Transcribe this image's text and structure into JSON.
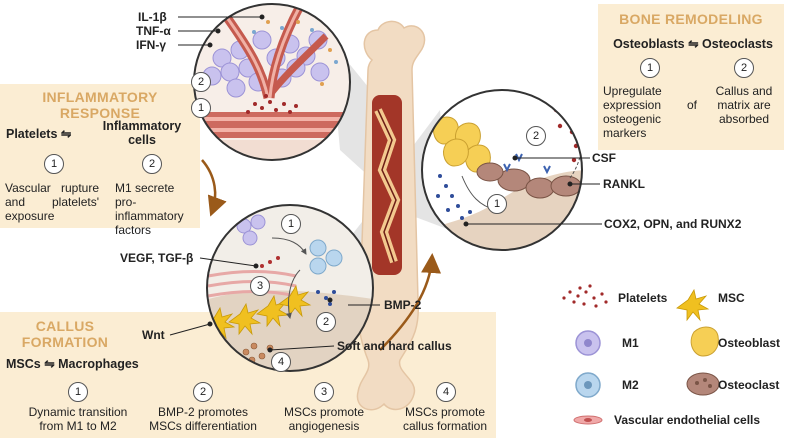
{
  "bone_remodeling": {
    "title": "BONE REMODELING",
    "pair": "Osteoblasts ⇋ Osteoclasts",
    "step1_num": "1",
    "step1_text": "Upregulate expression of osteogenic markers",
    "step2_num": "2",
    "step2_text": "Callus and matrix are absorbed"
  },
  "inflammatory_response": {
    "title_line1": "INFLAMMATORY",
    "title_line2": "RESPONSE",
    "pair_left": "Platelets ⇋",
    "pair_right": "Inflammatory cells",
    "step1_num": "1",
    "step1_text": "Vascular rupture and platelets' exposure",
    "step2_num": "2",
    "step2_text": "M1 secrete pro-inflammatory factors"
  },
  "callus_formation": {
    "title_line1": "CALLUS",
    "title_line2": "FORMATION",
    "pair": "MSCs ⇋ Macrophages",
    "steps": [
      {
        "num": "1",
        "text": "Dynamic transition from M1 to M2"
      },
      {
        "num": "2",
        "text": "BMP-2 promotes MSCs differentiation"
      },
      {
        "num": "3",
        "text": "MSCs promote angiogenesis"
      },
      {
        "num": "4",
        "text": "MSCs promote callus formation"
      }
    ]
  },
  "labels": {
    "il1b": "IL-1β",
    "tnfa": "TNF-α",
    "ifng": "IFN-γ",
    "vegf": "VEGF, TGF-β",
    "wnt": "Wnt",
    "bmp2": "BMP-2",
    "soft_hard": "Soft and hard callus",
    "csf": "CSF",
    "rankl": "RANKL",
    "markers": "COX2, OPN, and RUNX2"
  },
  "circle_numbers": {
    "top_1": "1",
    "top_2": "2",
    "mid_1": "1",
    "mid_2": "2",
    "mid_3": "3",
    "mid_4": "4",
    "right_1": "1",
    "right_2": "2"
  },
  "legend": {
    "platelets": "Platelets",
    "msc": "MSC",
    "m1": "M1",
    "osteoblast": "Osteoblast",
    "m2": "M2",
    "osteoclast": "Osteoclast",
    "endothelial": "Vascular endothelial cells"
  },
  "colors": {
    "panel_bg": "#fbedd3",
    "title": "#d9a864",
    "arrow": "#9a5a1a",
    "m1": "#b9b2e6",
    "m2": "#a7c8e2",
    "msc": "#f0c020",
    "osteoblast": "#f2c84a",
    "osteoclast": "#b07f70",
    "platelet": "#b03030"
  }
}
